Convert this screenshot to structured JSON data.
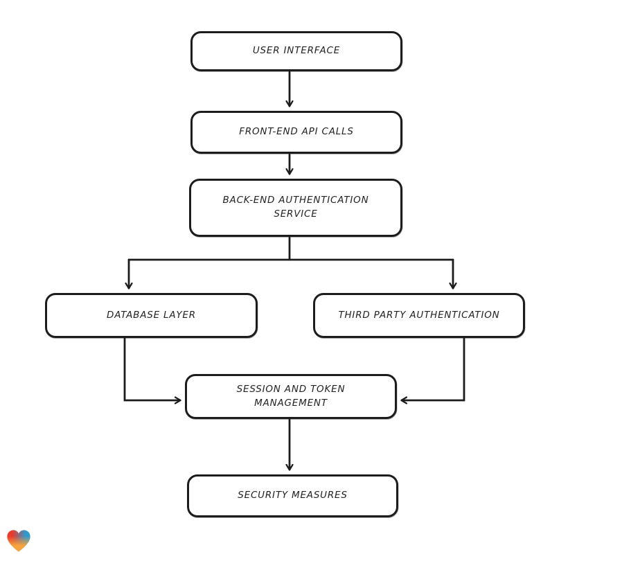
{
  "canvas": {
    "background": "#ffffff",
    "stroke_color": "#1c1c1c",
    "style": "hand-drawn flowchart"
  },
  "diagram": {
    "type": "flowchart",
    "nodes": {
      "user_interface": {
        "label": "USER INTERFACE"
      },
      "front_end_api_calls": {
        "label": "FRONT-END API CALLS"
      },
      "back_end_authentication_service": {
        "label": "BACK-END AUTHENTICATION SERVICE"
      },
      "database_layer": {
        "label": "DATABASE LAYER"
      },
      "third_party_authentication": {
        "label": "THIRD PARTY AUTHENTICATION"
      },
      "session_and_token_management": {
        "label": "SESSION AND TOKEN MANAGEMENT"
      },
      "security_measures": {
        "label": "SECURITY MEASURES"
      }
    },
    "edges": [
      {
        "from": "user_interface",
        "to": "front_end_api_calls"
      },
      {
        "from": "front_end_api_calls",
        "to": "back_end_authentication_service"
      },
      {
        "from": "back_end_authentication_service",
        "to": "database_layer"
      },
      {
        "from": "back_end_authentication_service",
        "to": "third_party_authentication"
      },
      {
        "from": "database_layer",
        "to": "session_and_token_management"
      },
      {
        "from": "third_party_authentication",
        "to": "session_and_token_management"
      },
      {
        "from": "session_and_token_management",
        "to": "security_measures"
      }
    ]
  },
  "logo": {
    "name": "heart-watermark",
    "colors": {
      "red": "#e93a2e",
      "blue": "#2d9bcf",
      "orange": "#f6a43d"
    }
  }
}
